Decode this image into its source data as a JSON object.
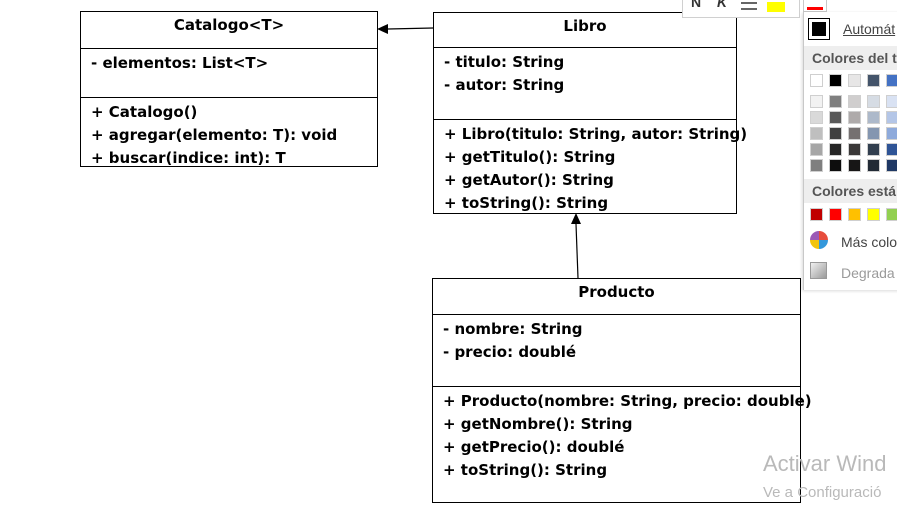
{
  "diagram": {
    "classes": {
      "catalogo": {
        "name": "Catalogo<T>",
        "attributes": [
          "- elementos: List<T>"
        ],
        "methods": [
          "+ Catalogo()",
          "+ agregar(elemento: T): void",
          "+ buscar(indice: int): T"
        ]
      },
      "libro": {
        "name": "Libro",
        "attributes": [
          "- titulo: String",
          "- autor: String"
        ],
        "methods": [
          "+ Libro(titulo: String, autor: String)",
          "+ getTitulo(): String",
          "+ getAutor(): String",
          "+ toString(): String"
        ]
      },
      "producto": {
        "name": "Producto",
        "attributes": [
          "- nombre: String",
          "- precio: doublé"
        ],
        "methods": [
          "+ Producto(nombre: String, precio: double)",
          "+ getNombre(): String",
          "+ getPrecio(): doublé",
          "+ toString(): String"
        ]
      }
    }
  },
  "toolbar": {
    "bold": "N",
    "italic": "K",
    "accent_color": "#ffff00",
    "font_color": "#ff0000"
  },
  "color_panel": {
    "automatic_label": "Automát",
    "theme_colors_label": "Colores del t",
    "standard_colors_label": "Colores está",
    "more_colors_label": "Más colo",
    "gradient_label": "Degrada",
    "theme_row": [
      "#ffffff",
      "#000000",
      "#e7e6e6",
      "#44546a",
      "#4472c4"
    ],
    "theme_shades": [
      [
        "#f2f2f2",
        "#7f7f7f",
        "#d0cece",
        "#d6dce4",
        "#d9e2f3"
      ],
      [
        "#d9d9d9",
        "#595959",
        "#aeaaaa",
        "#adb9ca",
        "#b4c6e7"
      ],
      [
        "#bfbfbf",
        "#404040",
        "#757070",
        "#8496b0",
        "#8eaadb"
      ],
      [
        "#a6a6a6",
        "#262626",
        "#3a3838",
        "#323f4f",
        "#2f5496"
      ],
      [
        "#7f7f7f",
        "#0d0d0d",
        "#171616",
        "#222a35",
        "#1f3864"
      ]
    ],
    "standard_row": [
      "#c00000",
      "#ff0000",
      "#ffc000",
      "#ffff00",
      "#92d050"
    ]
  },
  "watermark": {
    "line1": "Activar Wind",
    "line2": "Ve a Configuració"
  }
}
